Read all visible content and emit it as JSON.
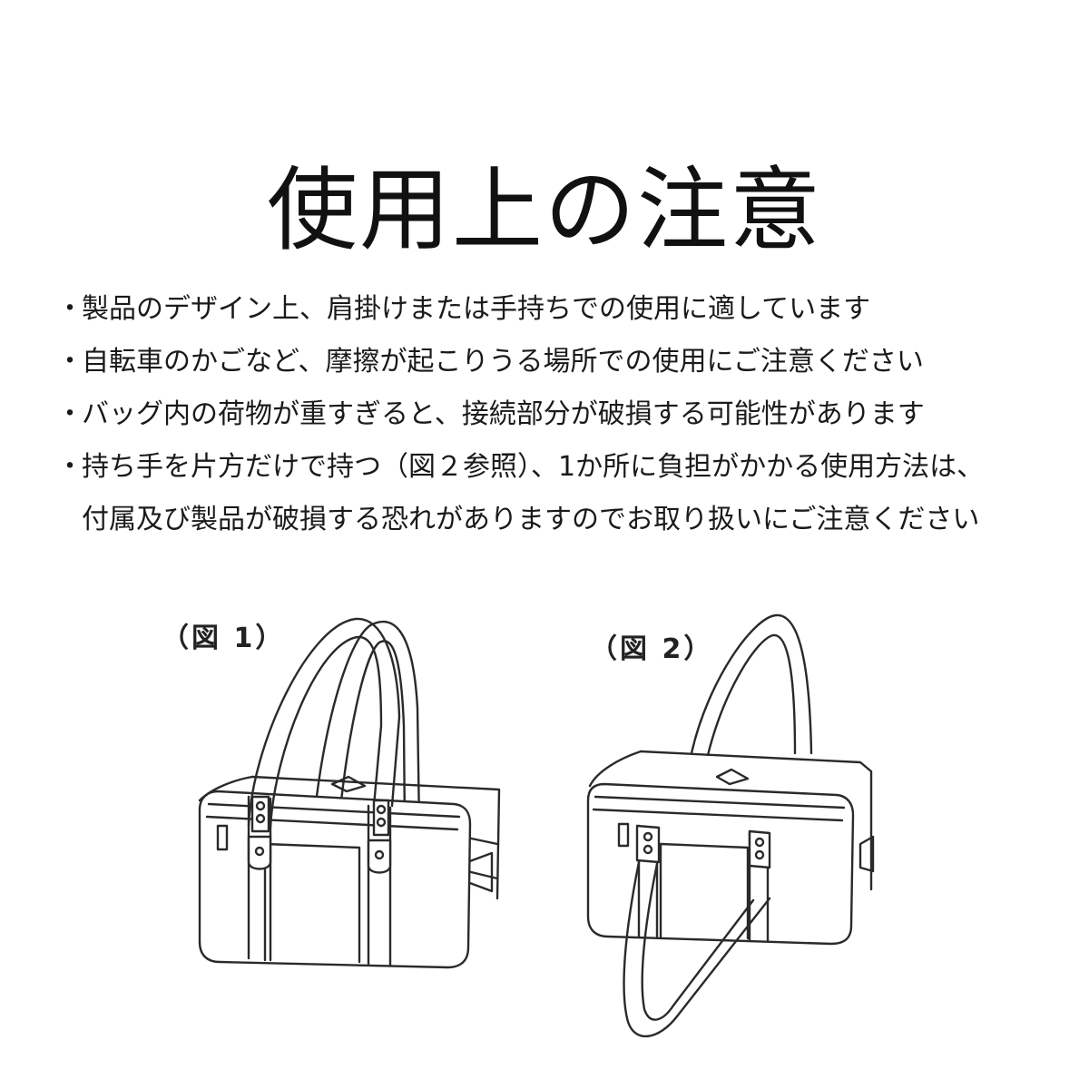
{
  "title": "使用上の注意",
  "notes": [
    {
      "bullet": "・",
      "lines": [
        "製品のデザイン上、肩掛けまたは手持ちでの使用に適しています"
      ]
    },
    {
      "bullet": "・",
      "lines": [
        "自転車のかごなど、摩擦が起こりうる場所での使用にご注意ください"
      ]
    },
    {
      "bullet": "・",
      "lines": [
        "バッグ内の荷物が重すぎると、接続部分が破損する可能性があります"
      ]
    },
    {
      "bullet": "・",
      "lines": [
        "持ち手を片方だけで持つ（図２参照）、1か所に負担がかかる使用方法は、",
        "付属及び製品が破損する恐れがありますのでお取り扱いにご注意ください"
      ]
    }
  ],
  "figures": [
    {
      "label": "（図 1）",
      "icon": "school-bag-both-handles-icon"
    },
    {
      "label": "（図 2）",
      "icon": "school-bag-one-handle-icon"
    }
  ]
}
